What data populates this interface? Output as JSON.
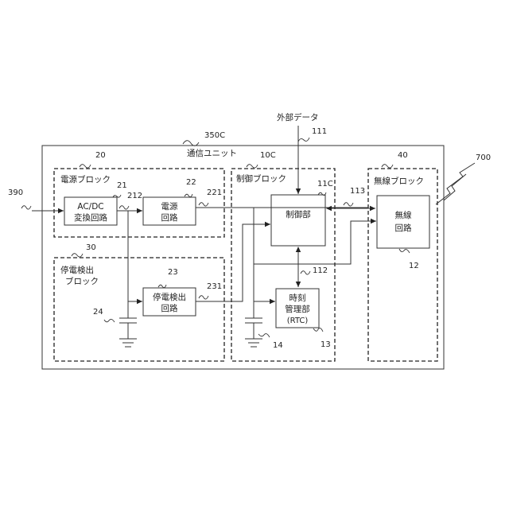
{
  "outer": {
    "title": "通信ユニット",
    "ref": "350C"
  },
  "ext_data": {
    "label": "外部データ",
    "ref": "111"
  },
  "blocks": {
    "power": {
      "title": "電源ブロック",
      "ref": "20"
    },
    "outage": {
      "title_1": "停電検出",
      "title_2": "ブロック",
      "ref": "30"
    },
    "control": {
      "title": "制御ブロック",
      "ref": "10C"
    },
    "wireless": {
      "title": "無線ブロック",
      "ref": "40"
    }
  },
  "components": {
    "acdc": {
      "line1": "AC/DC",
      "line2": "変換回路",
      "ref": "21"
    },
    "power_circuit": {
      "line1": "電源",
      "line2": "回路",
      "ref": "22"
    },
    "outage_circuit": {
      "line1": "停電検出",
      "line2": "回路",
      "ref": "23"
    },
    "controller": {
      "label": "制御部",
      "ref": "11C"
    },
    "rtc": {
      "line1": "時刻",
      "line2": "管理部",
      "line3": "(RTC)",
      "ref": "13"
    },
    "radio": {
      "line1": "無線",
      "line2": "回路",
      "ref": "12"
    }
  },
  "refs": {
    "input": "390",
    "acdc_out": "212",
    "power_out": "221",
    "outage_out": "231",
    "cap_24": "24",
    "cap_14": "14",
    "bus_112": "112",
    "bus_113": "113",
    "antenna": "700"
  }
}
